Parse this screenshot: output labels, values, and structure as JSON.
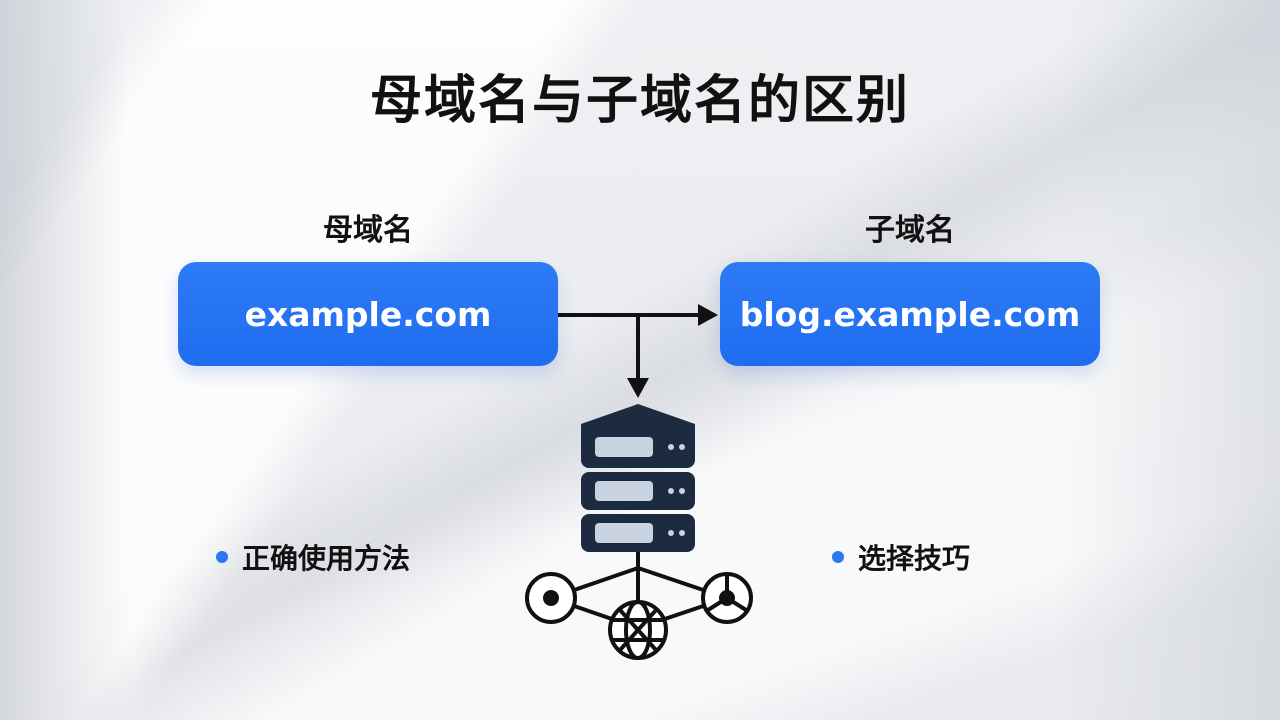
{
  "title": "母域名与子域名的区别",
  "parent": {
    "label": "母域名",
    "domain": "example.com"
  },
  "subdomain": {
    "label": "子域名",
    "domain": "blog.example.com"
  },
  "bullets": {
    "left": "正确使用方法",
    "right": "选择技巧"
  },
  "icons": {
    "server": "server-stack-icon",
    "network": "network-globe-icon"
  },
  "colors": {
    "accent": "#2a78f4",
    "box": "#1f6cf0",
    "server": "#1d2b40",
    "text": "#111111"
  }
}
